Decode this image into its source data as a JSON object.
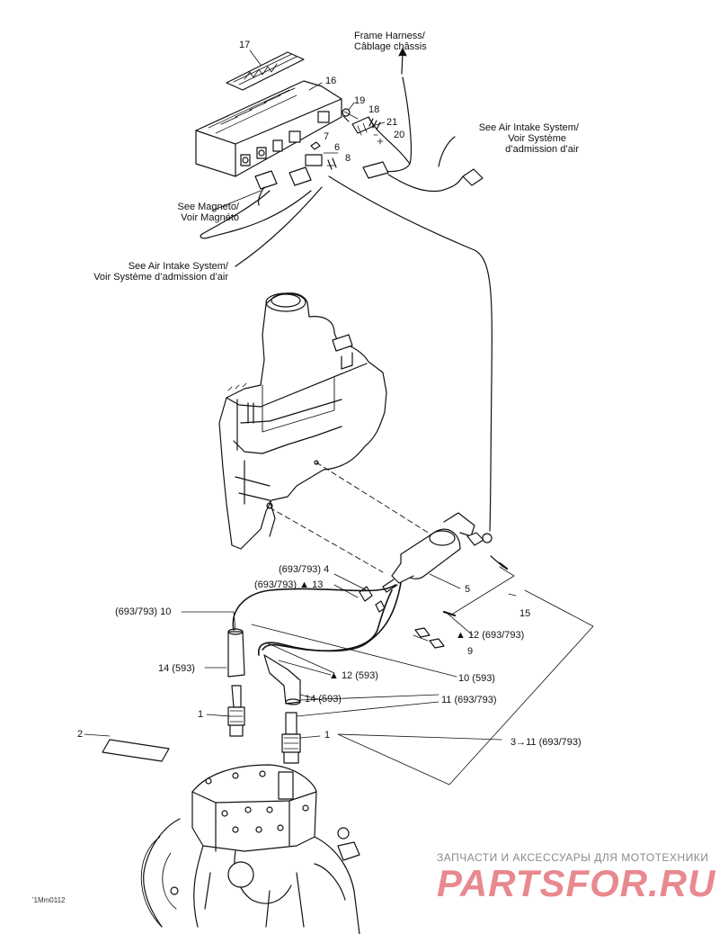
{
  "callouts": {
    "n17": "17",
    "n16": "16",
    "n19": "19",
    "n18": "18",
    "n21": "21",
    "n20": "20",
    "n7": "7",
    "n6": "6",
    "n8": "8",
    "n4": "(693/793) 4",
    "n13": "(693/793) ▲ 13",
    "n5": "5",
    "n15": "15",
    "n12a": "▲ 12 (693/793)",
    "n9": "9",
    "n10a": "(693/793) 10",
    "n14a": "14 (593)",
    "n12b": "▲ 12 (593)",
    "n10b": "10 (593)",
    "n14b": "14 (593)",
    "n11": "11 (693/793)",
    "n1a": "1",
    "n2": "2",
    "n1b": "1",
    "n3": "3→11 (693/793)"
  },
  "refs": {
    "frame_harness": [
      "Frame Harness/",
      "Câblage châssis"
    ],
    "air_intake_top": [
      "See Air Intake System/",
      "Voir Système",
      "d’admission d’air"
    ],
    "magneto": [
      "See Magneto/",
      "Voir Magnéto"
    ],
    "air_intake_left": [
      "See Air Intake System/",
      "Voir Système d’admission d’air"
    ]
  },
  "watermark": {
    "line1": "ЗАПЧАСТИ И АКСЕССУАРЫ ДЛЯ МОТОТЕХНИКИ",
    "line2": "PARTSFOR.RU"
  },
  "diagram_code": "'1Mm0112",
  "colors": {
    "ink": "#111111",
    "watermark_red": "#e8898f",
    "watermark_gray": "#8a8a8a"
  }
}
